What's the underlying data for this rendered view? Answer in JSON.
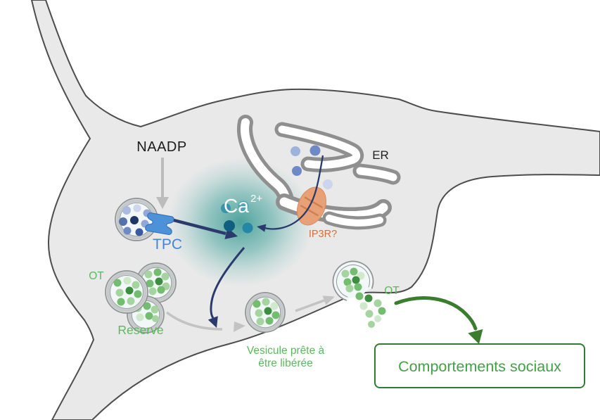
{
  "diagram": {
    "labels": {
      "naadp": "NAADP",
      "tpc": "TPC",
      "ca_base": "Ca",
      "ca_sup": "2+",
      "er": "ER",
      "ip3r": "IP3R?",
      "ot_reserve": "OT",
      "reserve": "Reserve",
      "vesicle_line1": "Vesicule prête à",
      "vesicle_line2": "être libérée",
      "ot_released": "OT",
      "outcome": "Comportements sociaux"
    },
    "colors": {
      "cell_fill": "#e9e9e9",
      "cell_outline": "#4d4d4d",
      "er_wall": "#8f8f8f",
      "calcium_cloud": "#45a09a",
      "tpc_blue": "#4d92d8",
      "tpc_label": "#3f87d6",
      "ip3r_orange": "#e8a176",
      "ip3r_label": "#d3703a",
      "green_label": "#5cb85c",
      "outcome_green": "#43a047",
      "outcome_border": "#2e7d32",
      "arrow_navy": "#2b3a6d",
      "arrow_gray": "#bcbcbc",
      "arrow_green": "#3b7d2f",
      "naadp_label": "#1c1c1c",
      "er_label": "#222222"
    }
  }
}
